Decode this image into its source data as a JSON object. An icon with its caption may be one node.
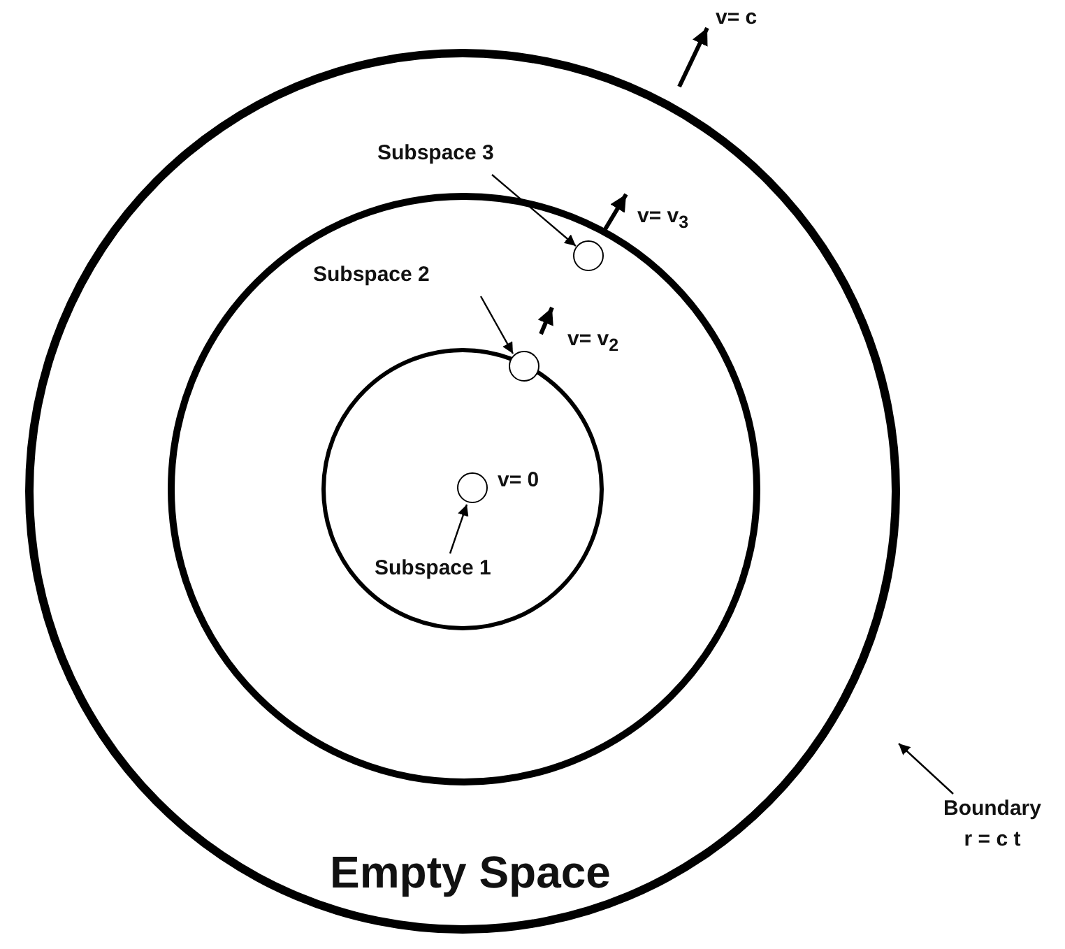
{
  "diagram": {
    "nodes": [
      {
        "text": [
          "Empty Space"
        ]
      },
      {
        "text": [],
        "shape": "circle",
        "in": 0
      },
      {
        "text": [],
        "shape": "circle",
        "in": 1
      },
      {
        "text": [],
        "shape": "circle",
        "in": 2,
        "beside": [
          "v= 0"
        ]
      },
      {
        "text": [],
        "shape": "circle",
        "in": 2,
        "beside": [
          "v= v$_{2}$"
        ]
      },
      {
        "text": [],
        "shape": "circle",
        "in": 1,
        "beside": [
          "v= v$_{3}$"
        ]
      },
      {
        "text": [
          "Subspace 1"
        ],
        "in": 2
      },
      {
        "text": [
          "Subspace 2"
        ],
        "in": 1
      },
      {
        "text": [
          "Subspace 3"
        ],
        "in": 0
      },
      {
        "text": [
          "Boundary",
          "r = c t"
        ]
      }
    ],
    "edges": [
      {
        "from": 8,
        "to": 5,
        "arrow": "to"
      },
      {
        "from": 7,
        "to": 4,
        "arrow": "to"
      },
      {
        "from": 6,
        "to": 3,
        "arrow": "to"
      },
      {
        "from": 9,
        "to": 0,
        "arrow": "to"
      }
    ],
    "labels": [
      "v= c"
    ]
  }
}
